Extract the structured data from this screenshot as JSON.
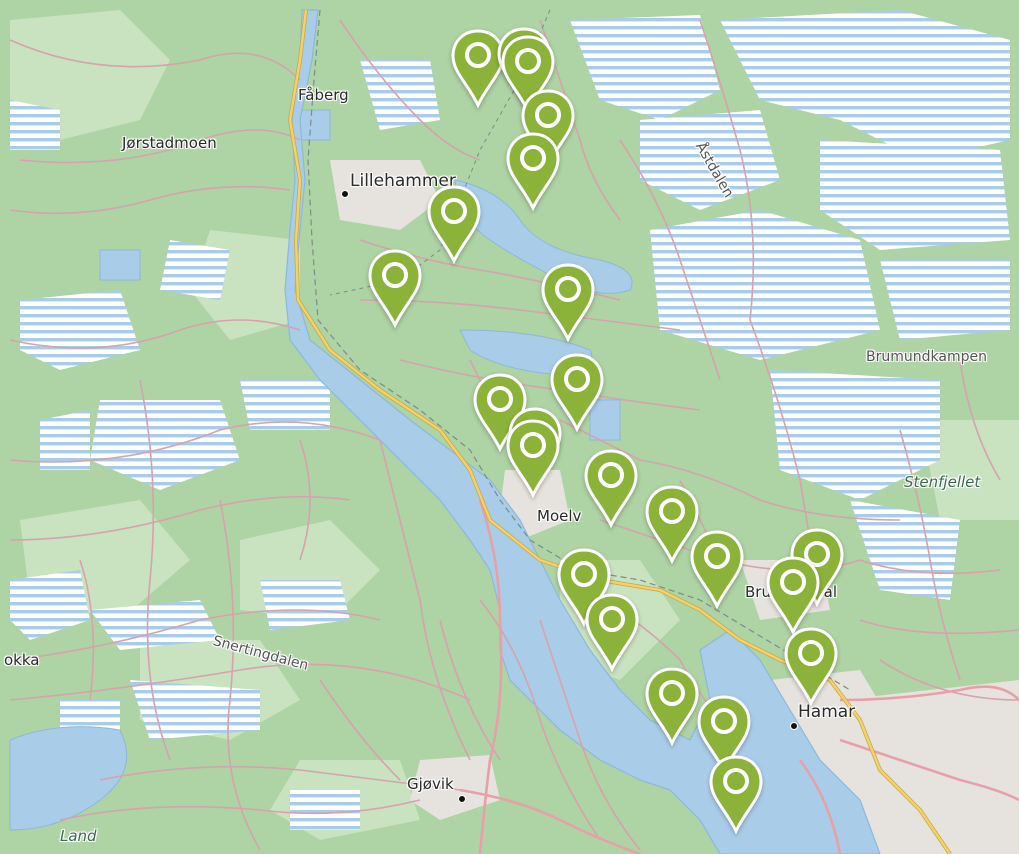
{
  "map": {
    "colors": {
      "land": "#aed3a4",
      "land_light": "#c9e2c0",
      "water": "#a9cde8",
      "water_edge": "#8cb8dc",
      "wetland_stripe": "#a9cde8",
      "road": "#d6a2ad",
      "road_major": "#e8a0a8",
      "highway": "#f2d36b",
      "railway": "#7d8a8f",
      "urban": "#e6e3de",
      "marker": "#8bb33a",
      "marker_stroke": "#ffffff"
    },
    "labels": {
      "faberg": "Fåberg",
      "jorstadmoen": "Jørstadmoen",
      "lillehammer": "Lillehammer",
      "astdalen": "Åstdalen",
      "brumundkampen": "Brumundkampen",
      "stenfjellet": "Stenfjellet",
      "moelv": "Moelv",
      "brumunddal": "Brumunddal",
      "okka": "okka",
      "snertingdalen": "Snertingdalen",
      "hamar": "Hamar",
      "gjovik": "Gjøvik",
      "land": "Land"
    },
    "marker_icon": "map-pin-icon",
    "marker_count": 22
  }
}
